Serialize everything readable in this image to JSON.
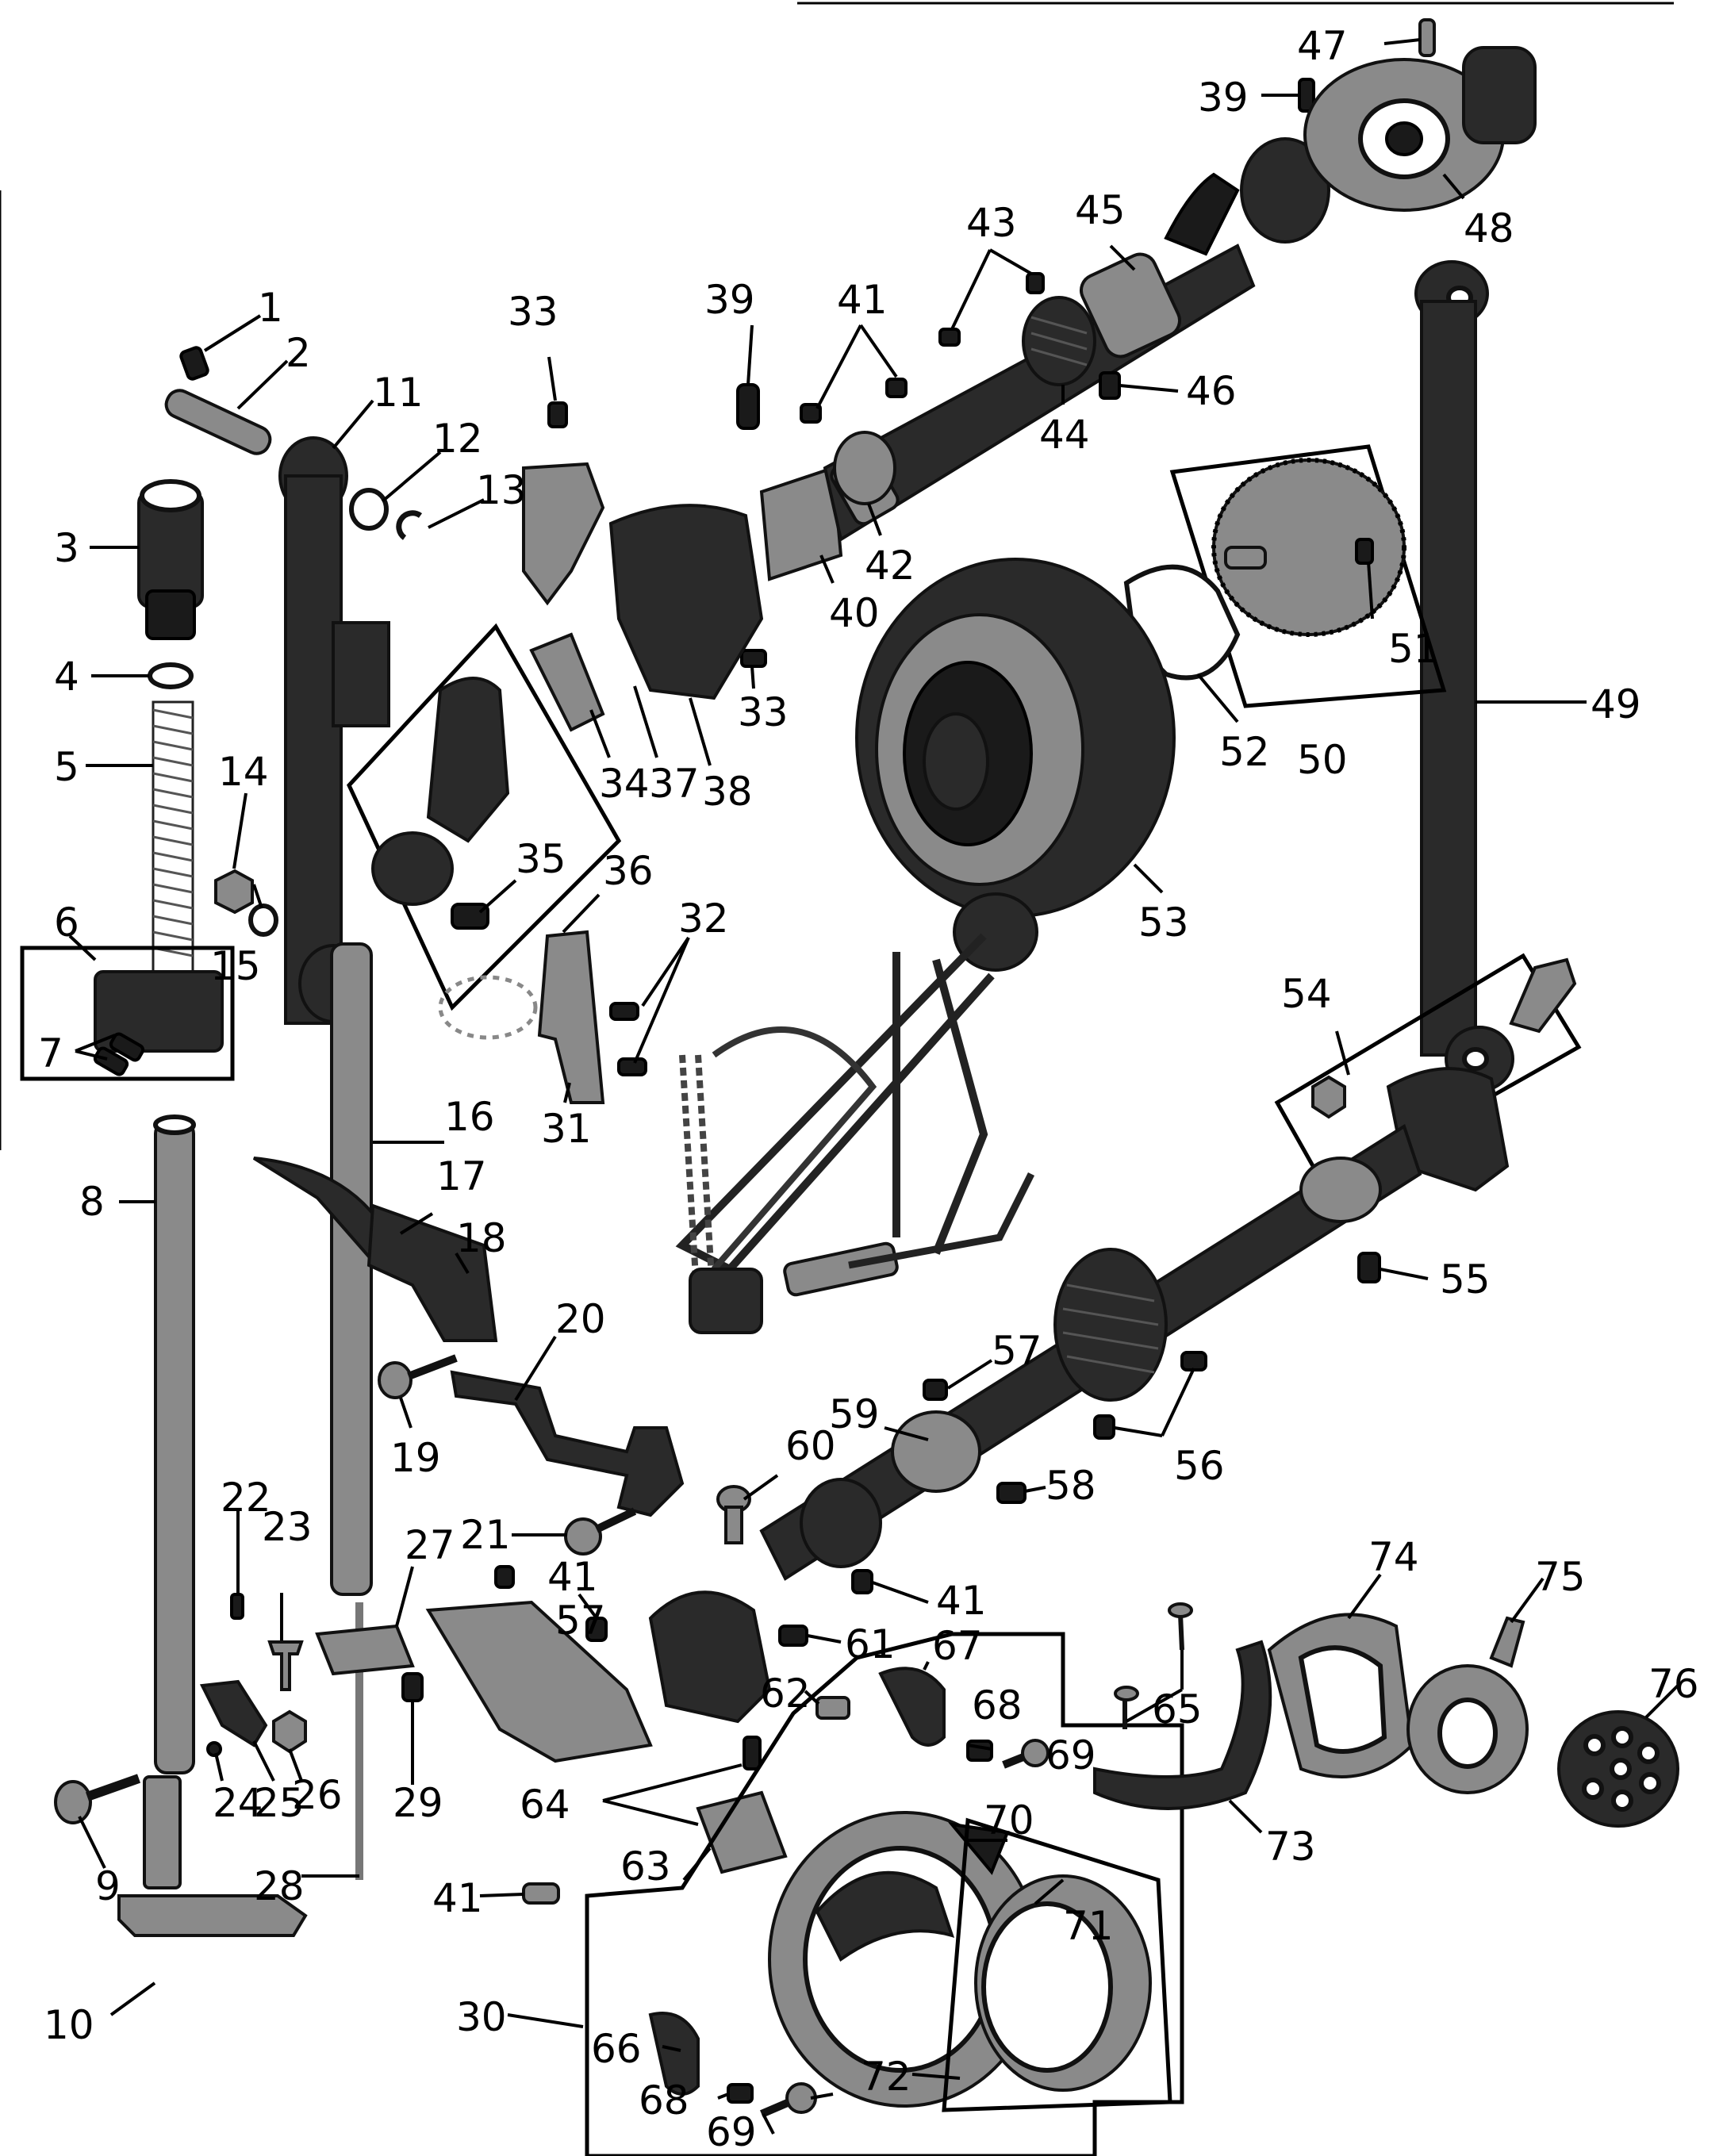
{
  "diagram": {
    "labels": {
      "l1": "1",
      "l2": "2",
      "l3": "3",
      "l4": "4",
      "l5": "5",
      "l6": "6",
      "l7": "7",
      "l8": "8",
      "l9": "9",
      "l10": "10",
      "l11": "11",
      "l12": "12",
      "l13": "13",
      "l14": "14",
      "l15": "15",
      "l16": "16",
      "l17": "17",
      "l18": "18",
      "l19": "19",
      "l20": "20",
      "l21": "21",
      "l22": "22",
      "l23": "23",
      "l24": "24",
      "l25": "25",
      "l26": "26",
      "l27": "27",
      "l28": "28",
      "l29": "29",
      "l30": "30",
      "l31": "31",
      "l32": "32",
      "l33a": "33",
      "l33b": "33",
      "l34": "34",
      "l35": "35",
      "l36": "36",
      "l37": "37",
      "l38": "38",
      "l39a": "39",
      "l39b": "39",
      "l40": "40",
      "l41a": "41",
      "l41b": "41",
      "l41c": "41",
      "l41d": "41",
      "l42": "42",
      "l43": "43",
      "l44": "44",
      "l45": "45",
      "l46": "46",
      "l47": "47",
      "l48": "48",
      "l49": "49",
      "l50": "50",
      "l51": "51",
      "l52": "52",
      "l53": "53",
      "l54": "54",
      "l55": "55",
      "l56": "56",
      "l57a": "57",
      "l57b": "57",
      "l58": "58",
      "l59": "59",
      "l60": "60",
      "l61": "61",
      "l62": "62",
      "l63": "63",
      "l64": "64",
      "l65": "65",
      "l66": "66",
      "l67": "67",
      "l68a": "68",
      "l68b": "68",
      "l69a": "69",
      "l69b": "69",
      "l70": "70",
      "l71": "71",
      "l72": "72",
      "l73": "73",
      "l74": "74",
      "l75": "75",
      "l76": "76"
    }
  }
}
